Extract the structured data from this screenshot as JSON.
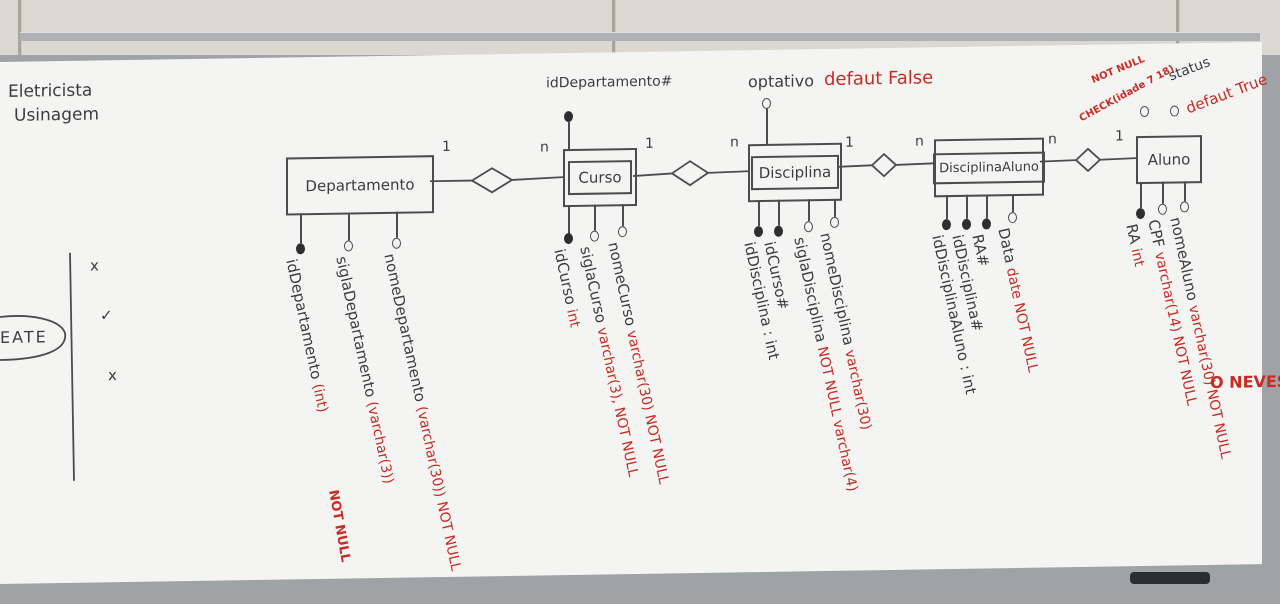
{
  "board_notes": {
    "top_left_line1": "Eletricista",
    "top_left_line2": "Usinagem",
    "side_box": "EATE",
    "side_marks": [
      "x",
      "✓",
      "x"
    ]
  },
  "entities": {
    "departamento": "Departamento",
    "curso": "Curso",
    "disciplina": "Disciplina",
    "disciplina_aluno": "DisciplinaAluno",
    "aluno": "Aluno"
  },
  "annotations": {
    "curso_top": "idDepartamento#",
    "disciplina_top": "optativo",
    "disciplina_top_red": "defaut False",
    "aluno_top_red1": "NOT NULL",
    "aluno_top_red2": "CHECK(idade 7 18)",
    "aluno_top_status": "status",
    "aluno_top_red3": "defaut True",
    "right_red": "O NEVES"
  },
  "cardinalities": [
    "1",
    "n",
    "1",
    "n",
    "1",
    "n",
    "n",
    "1"
  ],
  "attributes": {
    "departamento": [
      {
        "name": "idDepartamento",
        "type": "(int)"
      },
      {
        "name": "siglaDepartamento",
        "type": "(varchar(3))",
        "extra": "NOT NULL"
      },
      {
        "name": "nomeDepartamento",
        "type": "(varchar(30))",
        "extra": "NOT NULL"
      }
    ],
    "curso": [
      {
        "name": "idCurso",
        "type": "int"
      },
      {
        "name": "siglaCurso",
        "type": "varchar(3), NOT NULL"
      },
      {
        "name": "nomeCurso",
        "type": "varchar(30) NOT NULL"
      }
    ],
    "disciplina": [
      {
        "name": "idDisciplina : int",
        "type": ""
      },
      {
        "name": "idCurso#",
        "type": ""
      },
      {
        "name": "siglaDisciplina",
        "type": "NOT NULL varchar(4)"
      },
      {
        "name": "nomeDisciplina",
        "type": "varchar(30)"
      }
    ],
    "disciplina_aluno": [
      {
        "name": "idDisciplinaAluno : int",
        "type": ""
      },
      {
        "name": "idDisciplina#",
        "type": ""
      },
      {
        "name": "RA#",
        "type": ""
      },
      {
        "name": "Data",
        "type": "date NOT NULL"
      }
    ],
    "aluno": [
      {
        "name": "RA",
        "type": "int"
      },
      {
        "name": "CPF",
        "type": "varchar(14) NOT NULL"
      },
      {
        "name": "nomeAluno",
        "type": "varchar(30) NOT NULL"
      }
    ]
  }
}
